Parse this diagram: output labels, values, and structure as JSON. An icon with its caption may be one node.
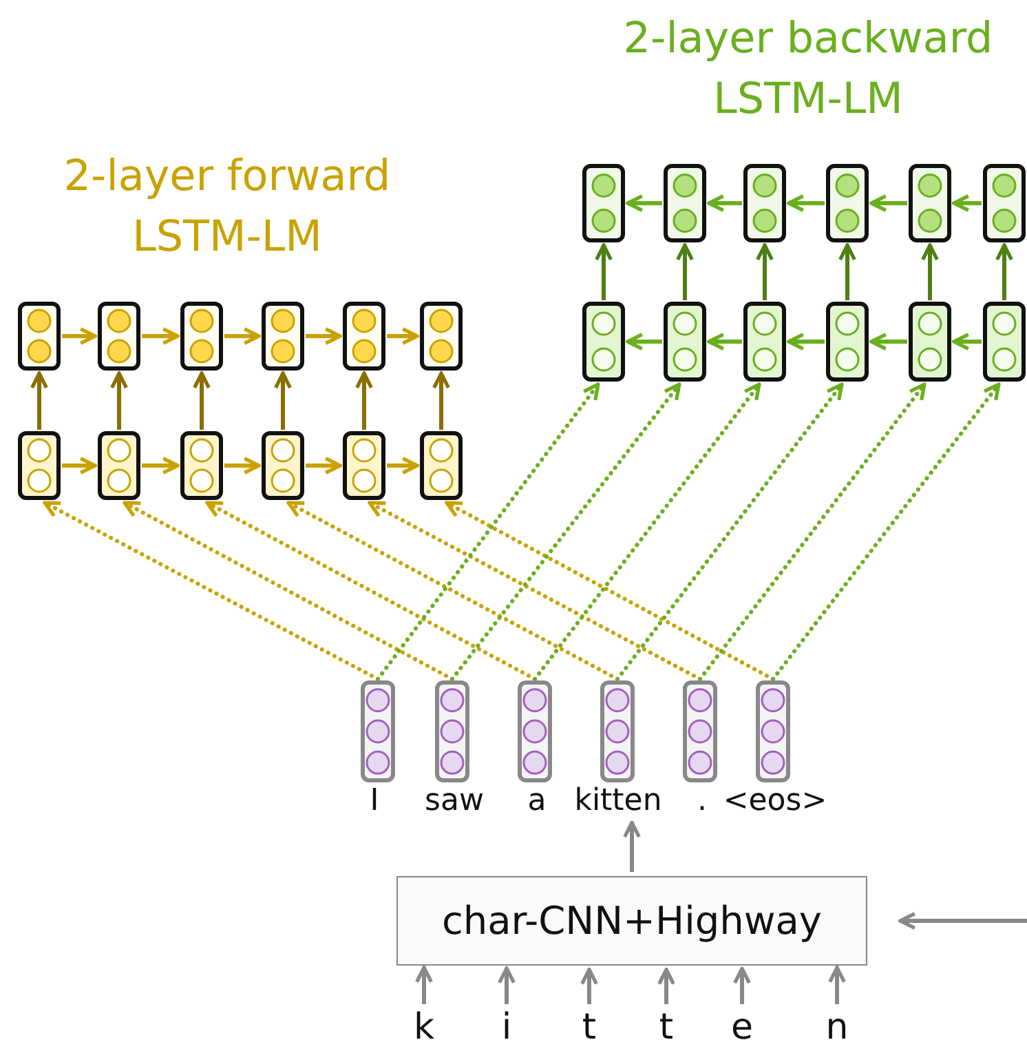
{
  "diagram": {
    "nodes": [
      {
        "text": [],
        "shape": "box"
      },
      {
        "text": [],
        "shape": "box"
      },
      {
        "text": [],
        "shape": "box"
      },
      {
        "text": [],
        "shape": "box"
      },
      {
        "text": [],
        "shape": "box"
      },
      {
        "text": [],
        "shape": "box"
      },
      {
        "text": [],
        "shape": "box"
      },
      {
        "text": [],
        "shape": "box"
      },
      {
        "text": [],
        "shape": "box"
      },
      {
        "text": [],
        "shape": "box"
      },
      {
        "text": [],
        "shape": "box"
      },
      {
        "text": [],
        "shape": "box"
      },
      {
        "text": [],
        "shape": "box"
      },
      {
        "text": [],
        "shape": "box"
      },
      {
        "text": [],
        "shape": "box"
      },
      {
        "text": [],
        "shape": "box"
      },
      {
        "text": [],
        "shape": "box"
      },
      {
        "text": [],
        "shape": "box"
      },
      {
        "text": [],
        "shape": "box"
      },
      {
        "text": [],
        "shape": "box"
      },
      {
        "text": [],
        "shape": "box"
      },
      {
        "text": [],
        "shape": "box"
      },
      {
        "text": [],
        "shape": "box"
      },
      {
        "text": [],
        "shape": "box"
      },
      {
        "text": [],
        "shape": "box"
      },
      {
        "text": [],
        "shape": "box"
      },
      {
        "text": [],
        "shape": "box"
      },
      {
        "text": [],
        "shape": "box"
      },
      {
        "text": [],
        "shape": "box"
      },
      {
        "text": [],
        "shape": "box"
      },
      {
        "text": [
          "I"
        ]
      },
      {
        "text": [
          "saw"
        ]
      },
      {
        "text": [
          "a"
        ]
      },
      {
        "text": [
          "kitten"
        ]
      },
      {
        "text": [
          "."
        ]
      },
      {
        "text": [
          "<eos>"
        ]
      },
      {
        "text": [
          "char-CNN+Highway"
        ]
      },
      {
        "text": [
          "k"
        ]
      },
      {
        "text": [
          "i"
        ]
      },
      {
        "text": [
          "t"
        ]
      },
      {
        "text": [
          "t"
        ]
      },
      {
        "text": [
          "e"
        ]
      },
      {
        "text": [
          "n"
        ]
      }
    ],
    "edges": [
      {
        "from": 0,
        "to": 1,
        "arrow": "to",
        "color": "#c9a200"
      },
      {
        "from": 1,
        "to": 2,
        "arrow": "to",
        "color": "#c9a200"
      },
      {
        "from": 2,
        "to": 3,
        "arrow": "to",
        "color": "#c9a200"
      },
      {
        "from": 3,
        "to": 4,
        "arrow": "to",
        "color": "#c9a200"
      },
      {
        "from": 4,
        "to": 5,
        "arrow": "to",
        "color": "#c9a200"
      },
      {
        "from": 6,
        "to": 7,
        "arrow": "to",
        "color": "#c9a200"
      },
      {
        "from": 7,
        "to": 8,
        "arrow": "to",
        "color": "#c9a200"
      },
      {
        "from": 8,
        "to": 9,
        "arrow": "to",
        "color": "#c9a200"
      },
      {
        "from": 9,
        "to": 10,
        "arrow": "to",
        "color": "#c9a200"
      },
      {
        "from": 10,
        "to": 11,
        "arrow": "to",
        "color": "#c9a200"
      },
      {
        "from": 6,
        "to": 0,
        "arrow": "to",
        "color": "#8a6e00"
      },
      {
        "from": 7,
        "to": 1,
        "arrow": "to",
        "color": "#8a6e00"
      },
      {
        "from": 8,
        "to": 2,
        "arrow": "to",
        "color": "#8a6e00"
      },
      {
        "from": 9,
        "to": 3,
        "arrow": "to",
        "color": "#8a6e00"
      },
      {
        "from": 10,
        "to": 4,
        "arrow": "to",
        "color": "#8a6e00"
      },
      {
        "from": 11,
        "to": 5,
        "arrow": "to",
        "color": "#8a6e00"
      },
      {
        "from": 13,
        "to": 12,
        "arrow": "to",
        "color": "#6aaf1e"
      },
      {
        "from": 14,
        "to": 13,
        "arrow": "to",
        "color": "#6aaf1e"
      },
      {
        "from": 15,
        "to": 14,
        "arrow": "to",
        "color": "#6aaf1e"
      },
      {
        "from": 16,
        "to": 15,
        "arrow": "to",
        "color": "#6aaf1e"
      },
      {
        "from": 17,
        "to": 16,
        "arrow": "to",
        "color": "#6aaf1e"
      },
      {
        "from": 19,
        "to": 18,
        "arrow": "to",
        "color": "#6aaf1e"
      },
      {
        "from": 20,
        "to": 19,
        "arrow": "to",
        "color": "#6aaf1e"
      },
      {
        "from": 21,
        "to": 20,
        "arrow": "to",
        "color": "#6aaf1e"
      },
      {
        "from": 22,
        "to": 21,
        "arrow": "to",
        "color": "#6aaf1e"
      },
      {
        "from": 23,
        "to": 22,
        "arrow": "to",
        "color": "#6aaf1e"
      },
      {
        "from": 18,
        "to": 12,
        "arrow": "to",
        "color": "#4e7f12"
      },
      {
        "from": 19,
        "to": 13,
        "arrow": "to",
        "color": "#4e7f12"
      },
      {
        "from": 20,
        "to": 14,
        "arrow": "to",
        "color": "#4e7f12"
      },
      {
        "from": 21,
        "to": 15,
        "arrow": "to",
        "color": "#4e7f12"
      },
      {
        "from": 22,
        "to": 16,
        "arrow": "to",
        "color": "#4e7f12"
      },
      {
        "from": 23,
        "to": 17,
        "arrow": "to",
        "color": "#4e7f12"
      },
      {
        "from": 24,
        "to": 6,
        "arrow": "to",
        "style": "dashed",
        "color": "#c9a200"
      },
      {
        "from": 25,
        "to": 7,
        "arrow": "to",
        "style": "dashed",
        "color": "#c9a200"
      },
      {
        "from": 26,
        "to": 8,
        "arrow": "to",
        "style": "dashed",
        "color": "#c9a200"
      },
      {
        "from": 27,
        "to": 9,
        "arrow": "to",
        "style": "dashed",
        "color": "#c9a200"
      },
      {
        "from": 28,
        "to": 10,
        "arrow": "to",
        "style": "dashed",
        "color": "#c9a200"
      },
      {
        "from": 29,
        "to": 11,
        "arrow": "to",
        "style": "dashed",
        "color": "#c9a200"
      },
      {
        "from": 24,
        "to": 18,
        "arrow": "to",
        "style": "dashed",
        "color": "#6aaf1e"
      },
      {
        "from": 25,
        "to": 19,
        "arrow": "to",
        "style": "dashed",
        "color": "#6aaf1e"
      },
      {
        "from": 26,
        "to": 20,
        "arrow": "to",
        "style": "dashed",
        "color": "#6aaf1e"
      },
      {
        "from": 27,
        "to": 21,
        "arrow": "to",
        "style": "dashed",
        "color": "#6aaf1e"
      },
      {
        "from": 28,
        "to": 22,
        "arrow": "to",
        "style": "dashed",
        "color": "#6aaf1e"
      },
      {
        "from": 29,
        "to": 23,
        "arrow": "to",
        "style": "dashed",
        "color": "#6aaf1e"
      },
      {
        "from": 36,
        "to": 33,
        "arrow": "to",
        "color": "#888888"
      },
      {
        "from": 37,
        "to": 36,
        "arrow": "to",
        "color": "#888888"
      },
      {
        "from": 38,
        "to": 36,
        "arrow": "to",
        "color": "#888888"
      },
      {
        "from": 39,
        "to": 36,
        "arrow": "to",
        "color": "#888888"
      },
      {
        "from": 40,
        "to": 36,
        "arrow": "to",
        "color": "#888888"
      },
      {
        "from": 41,
        "to": 36,
        "arrow": "to",
        "color": "#888888"
      },
      {
        "from": 42,
        "to": 36,
        "arrow": "to",
        "color": "#888888"
      },
      {
        "from": null,
        "to": 36,
        "arrow": "to",
        "color": "#888888"
      }
    ],
    "labels": [
      "2-layer forward LSTM-LM",
      "2-layer backward LSTM-LM"
    ]
  }
}
